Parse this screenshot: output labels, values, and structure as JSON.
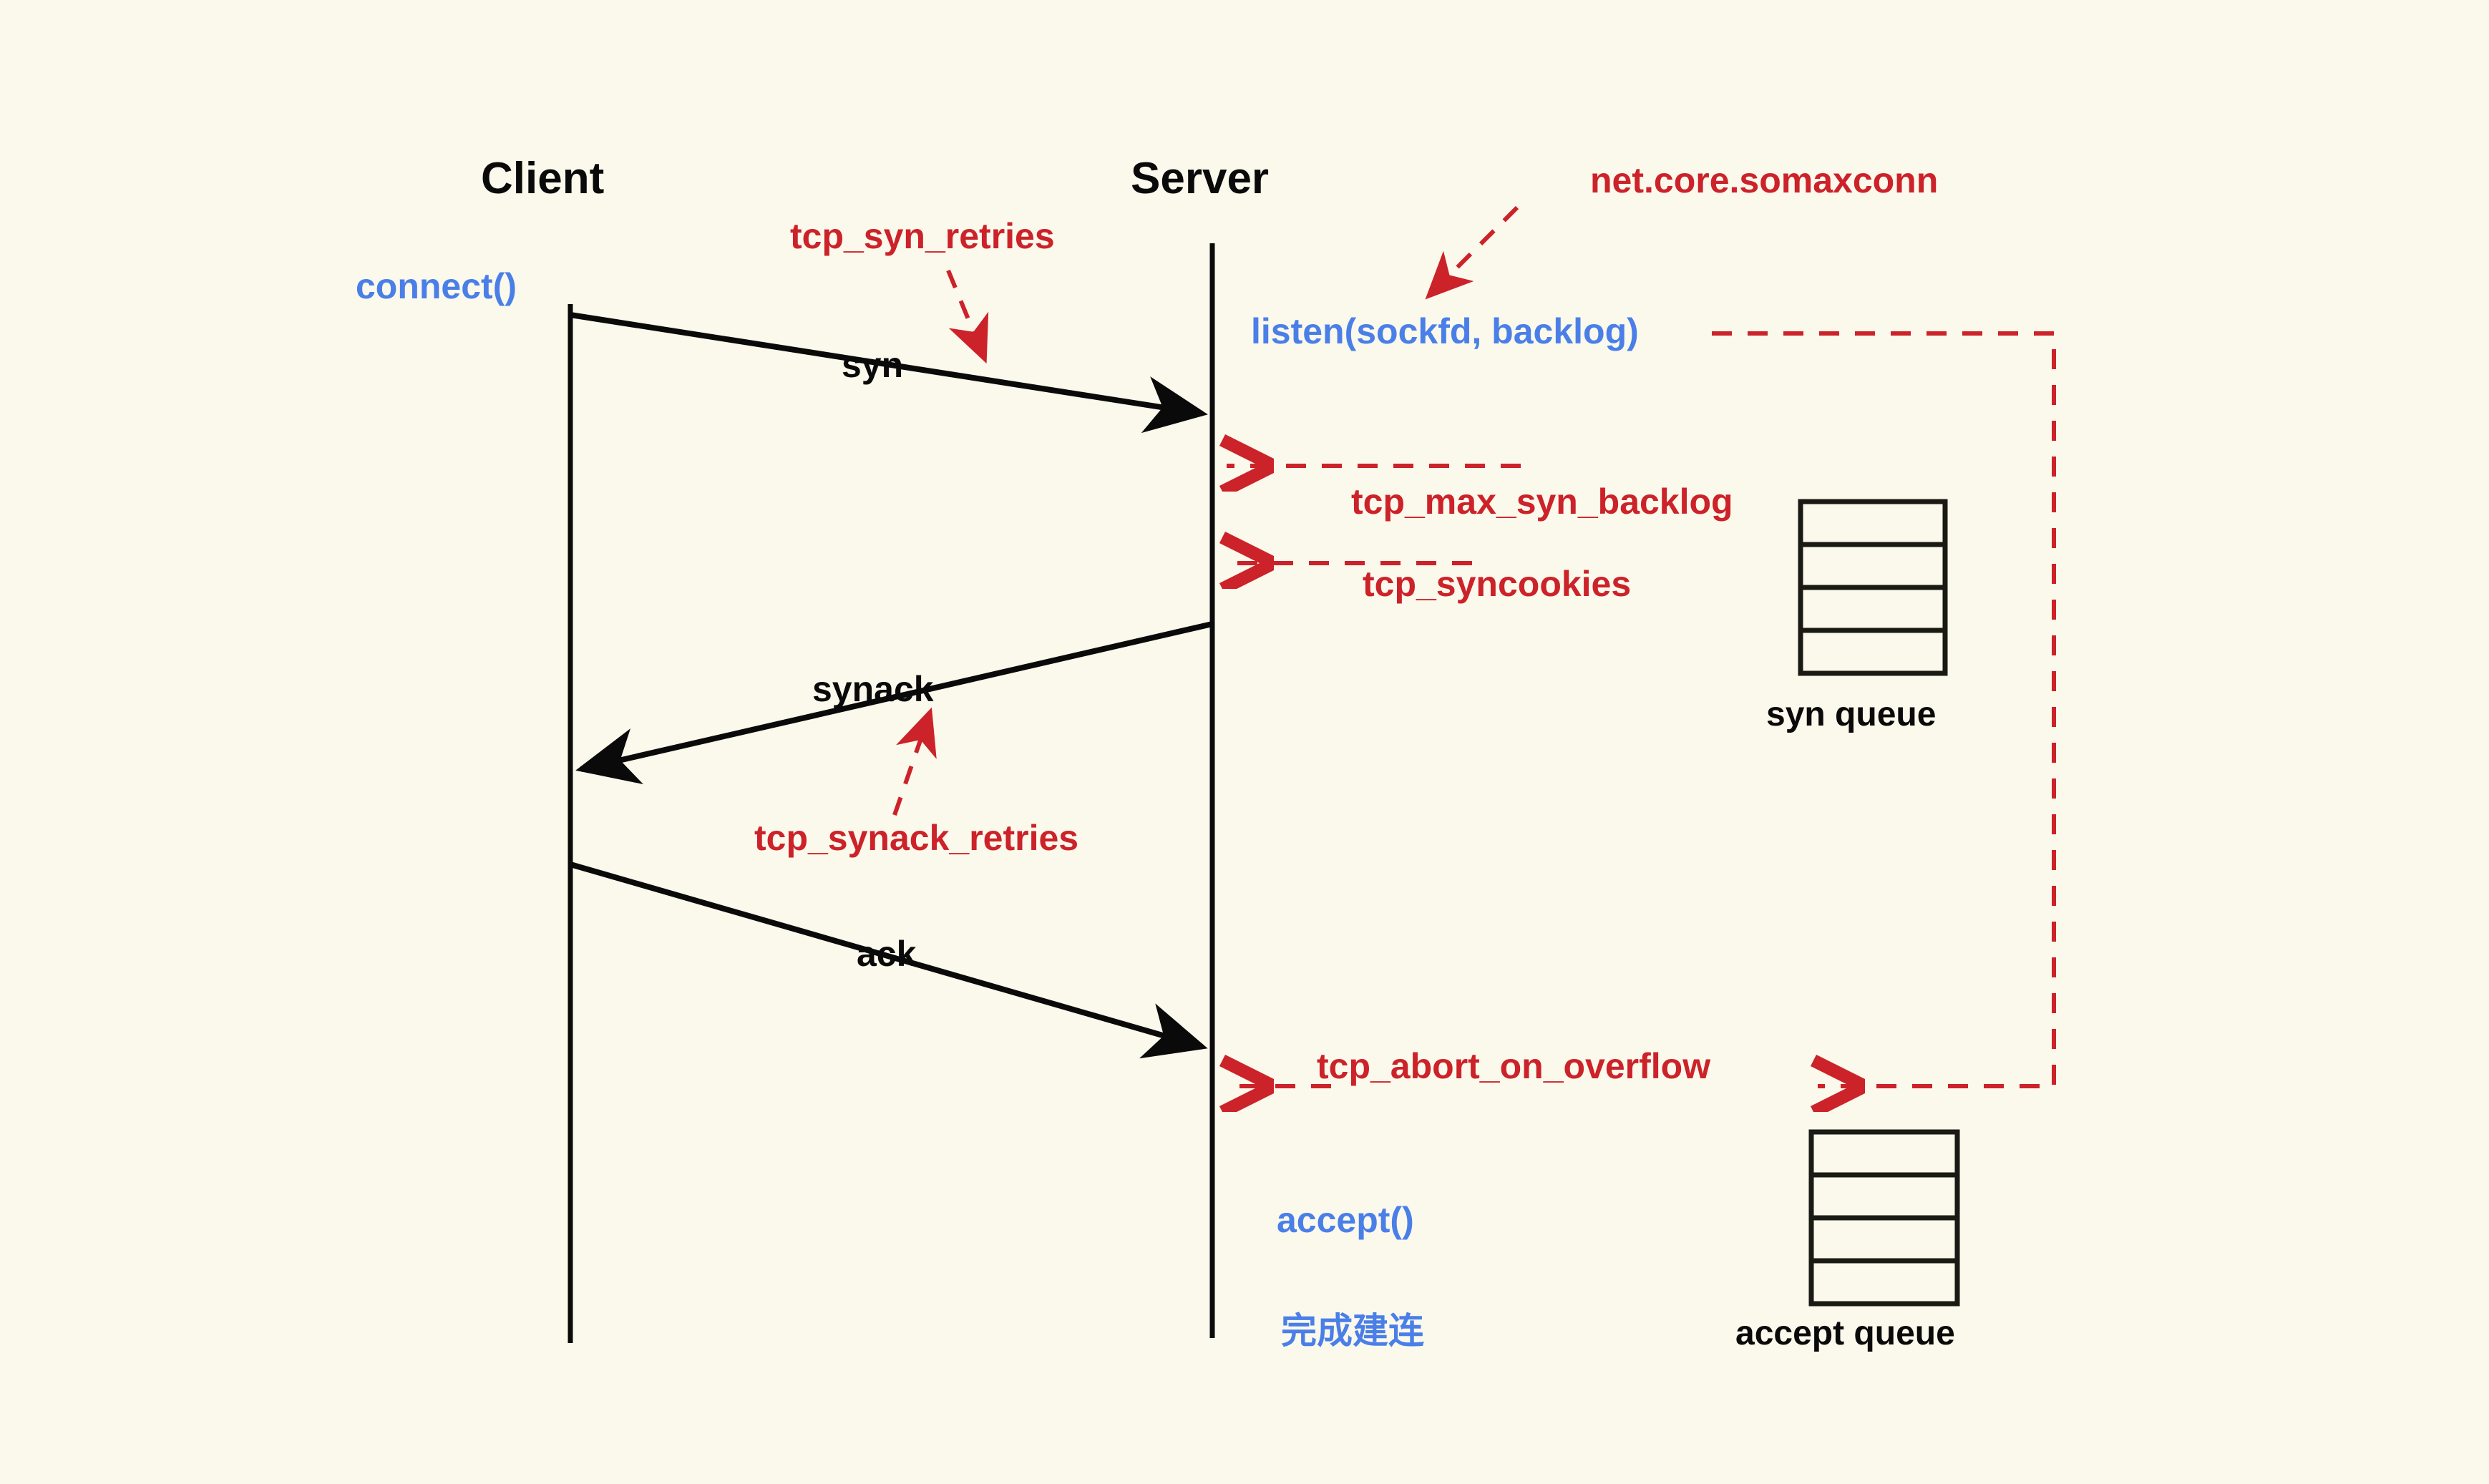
{
  "diagram": {
    "title_client": "Client",
    "title_server": "Server",
    "background_color": "#FBF8EC",
    "colors": {
      "black": "#0A0A0A",
      "red": "#CC2229",
      "blue": "#4A7FE8"
    }
  },
  "actors": [
    {
      "name": "client",
      "label": "Client"
    },
    {
      "name": "server",
      "label": "Server"
    }
  ],
  "messages": [
    {
      "name": "syn",
      "label": "syn",
      "from": "client",
      "to": "server"
    },
    {
      "name": "synack",
      "label": "synack",
      "from": "server",
      "to": "client"
    },
    {
      "name": "ack",
      "label": "ack",
      "from": "client",
      "to": "server"
    }
  ],
  "api_calls": [
    {
      "name": "connect",
      "label": "connect()",
      "side": "client"
    },
    {
      "name": "listen",
      "label": "listen(sockfd, backlog)",
      "side": "server"
    },
    {
      "name": "accept",
      "label": "accept()",
      "side": "server"
    },
    {
      "name": "done",
      "label": "完成建连",
      "side": "server"
    }
  ],
  "kernel_params": [
    {
      "name": "tcp-syn-retries",
      "label": "tcp_syn_retries"
    },
    {
      "name": "net-core-somaxconn",
      "label": "net.core.somaxconn"
    },
    {
      "name": "tcp-max-syn-backlog",
      "label": "tcp_max_syn_backlog"
    },
    {
      "name": "tcp-syncookies",
      "label": "tcp_syncookies"
    },
    {
      "name": "tcp-synack-retries",
      "label": "tcp_synack_retries"
    },
    {
      "name": "tcp-abort-on-overflow",
      "label": "tcp_abort_on_overflow"
    }
  ],
  "queues": [
    {
      "name": "syn-queue",
      "label": "syn queue",
      "slots": 4
    },
    {
      "name": "accept-queue",
      "label": "accept queue",
      "slots": 4
    }
  ],
  "chart_data": {
    "type": "diagram",
    "title": "TCP three-way handshake with kernel tunables",
    "lifelines": [
      "Client",
      "Server"
    ],
    "arrows": [
      {
        "label": "syn",
        "direction": "client-to-server"
      },
      {
        "label": "synack",
        "direction": "server-to-client"
      },
      {
        "label": "ack",
        "direction": "client-to-server"
      }
    ],
    "annotations": [
      "connect()",
      "tcp_syn_retries",
      "net.core.somaxconn",
      "listen(sockfd, backlog)",
      "tcp_max_syn_backlog",
      "tcp_syncookies",
      "tcp_synack_retries",
      "tcp_abort_on_overflow",
      "accept()",
      "完成建连",
      "syn queue",
      "accept queue"
    ]
  }
}
